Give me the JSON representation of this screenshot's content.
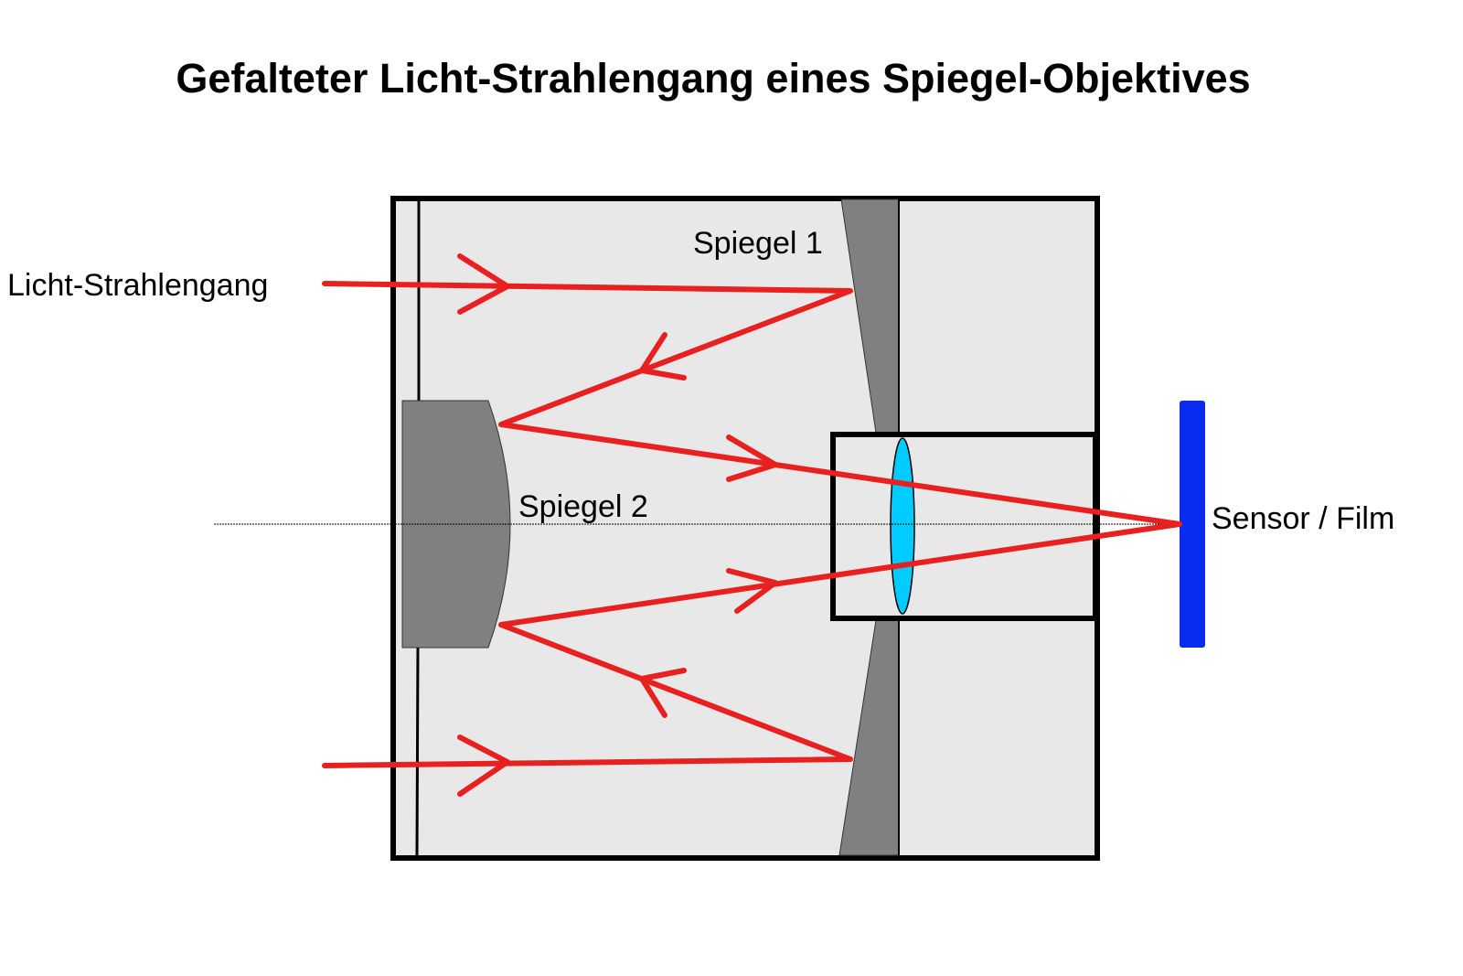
{
  "title": "Gefalteter Licht-Strahlengang eines Spiegel-Objektives",
  "labels": {
    "light_path": "Licht-Strahlengang",
    "mirror1": "Spiegel 1",
    "mirror2": "Spiegel 2",
    "sensor": "Sensor / Film"
  },
  "colors": {
    "ray": "#e82020",
    "housing": "#e8e8e8",
    "mirror": "#808080",
    "lens": "#00ccff",
    "sensor": "#0a2bf0"
  }
}
